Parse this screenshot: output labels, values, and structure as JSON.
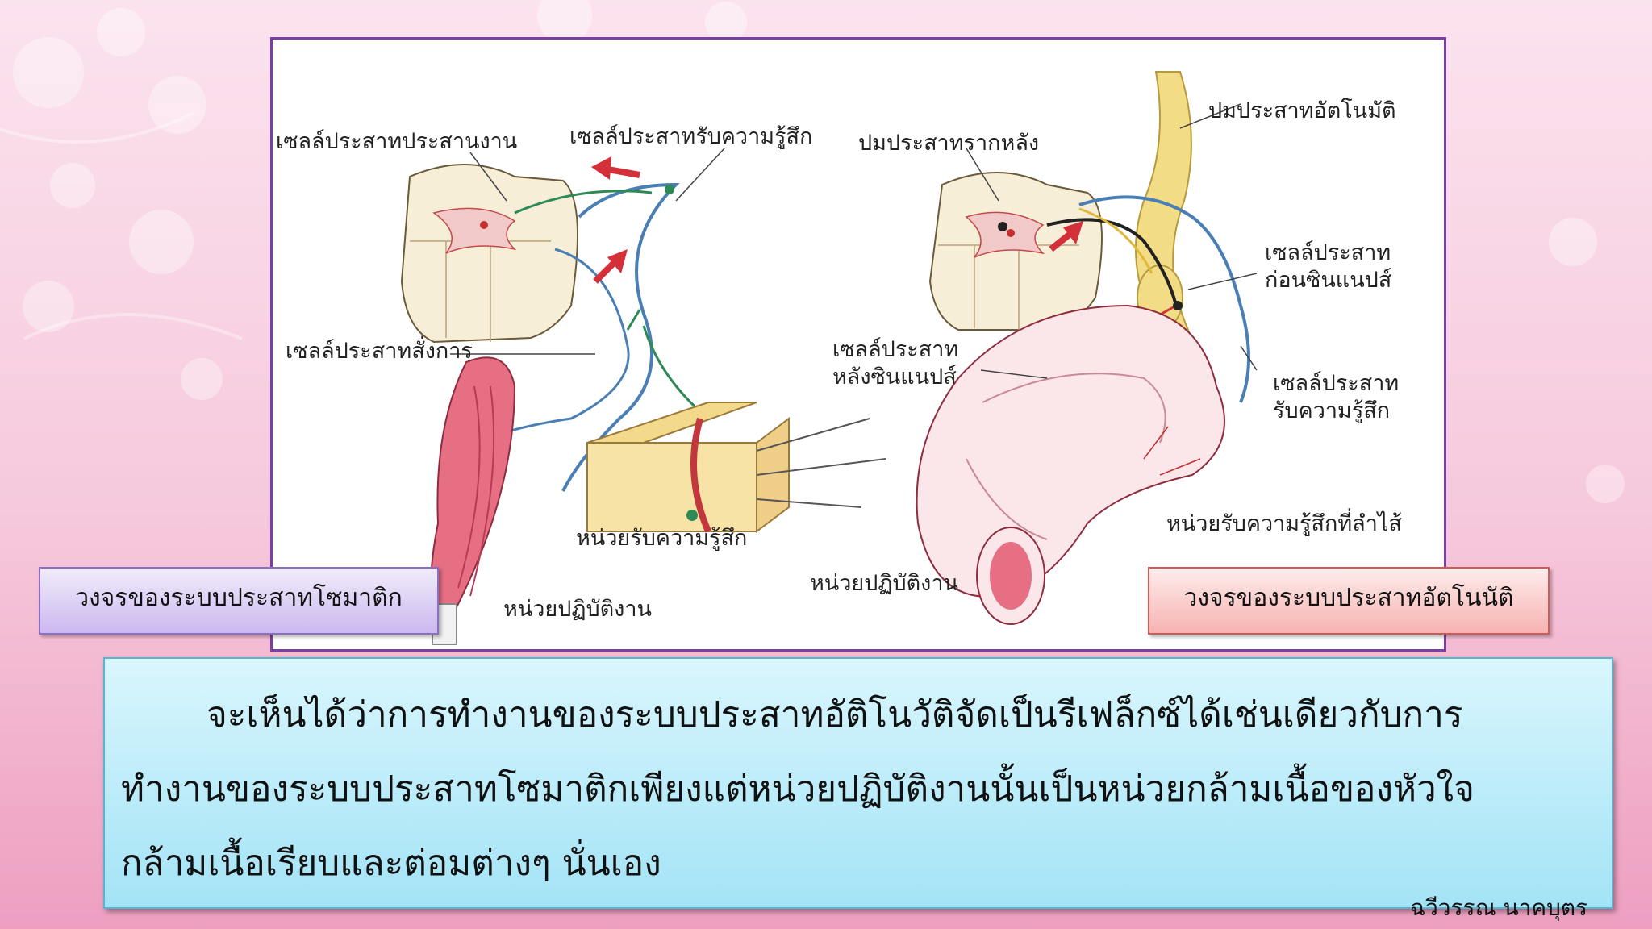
{
  "diagram": {
    "labels": {
      "interneuron": "เซลล์ประสาทประสานงาน",
      "sensory_neuron": "เซลล์ประสาทรับความรู้สึก",
      "dorsal_root_ganglion": "ปมประสาทรากหลัง",
      "autonomic_ganglion": "ปมประสาทอัตโนมัติ",
      "motor_neuron": "เซลล์ประสาทสั่งการ",
      "preganglionic_line1": "เซลล์ประสาท",
      "preganglionic_line2": "ก่อนซินแนปส์",
      "postganglionic_line1": "เซลล์ประสาท",
      "postganglionic_line2": "หลังซินแนปส์",
      "visceral_sensory_line1": "เซลล์ประสาท",
      "visceral_sensory_line2": "รับความรู้สึก",
      "skin_receptor": "หน่วยรับความรู้สึก",
      "intestine_receptor": "หน่วยรับความรู้สึกที่ลำไส้",
      "effector_muscle": "หน่วยปฏิบัติงาน",
      "effector_intestine": "หน่วยปฏิบัติงาน"
    },
    "colors": {
      "nerve_blue": "#4a7fb5",
      "nerve_red": "#d4303a",
      "ganglion_yellow": "#f3dc86",
      "muscle_pink": "#e66f84",
      "frame_purple": "#7a3fa0"
    }
  },
  "captions": {
    "somatic": "วงจรของระบบประสาทโซมาติก",
    "autonomic": "วงจรของระบบประสาทอัตโนนัติ"
  },
  "note": {
    "line1": "จะเห็นได้ว่าการทำงานของระบบประสาทอัติโนวัติจัดเป็นรีเฟล็กซ์ได้เช่นเดียวกับการ",
    "line2": "ทำงานของระบบประสาทโซมาติกเพียงแต่หน่วยปฏิบัติงานนั้นเป็นหน่วยกล้ามเนื้อของหัวใจ",
    "line3": "กล้ามเนื้อเรียบและต่อมต่างๆ  นั่นเอง"
  },
  "author": "ฉวีวรรณ  นาคบุตร"
}
